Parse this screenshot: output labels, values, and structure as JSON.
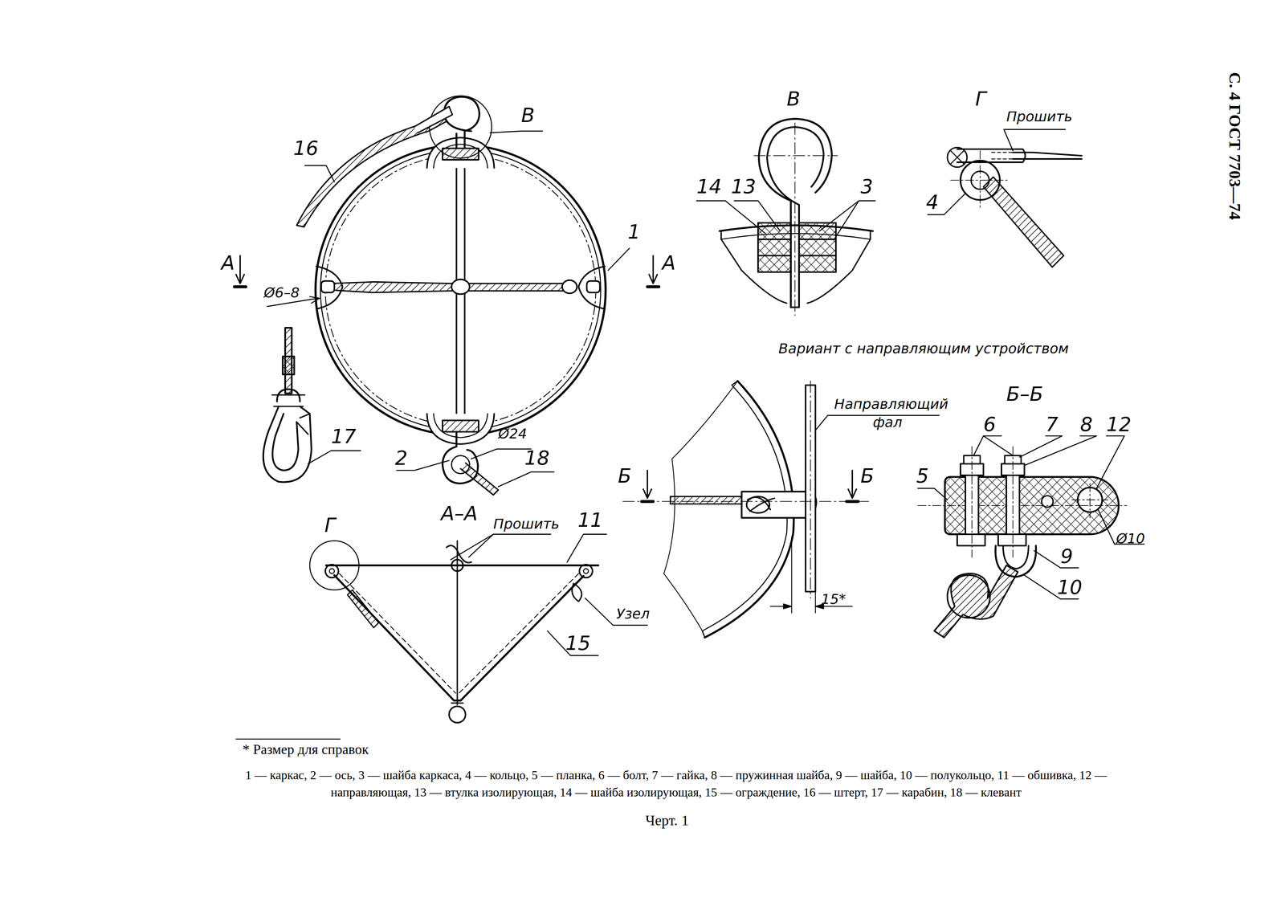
{
  "diagram": {
    "caption": "Черт. 1",
    "labels": [
      "С. 4 ГОСТ 7703—74",
      "16",
      "В",
      "1",
      "А",
      "А",
      "Ø6–8",
      "17",
      "2",
      "Ø24",
      "18",
      "Г",
      "А–А",
      "Прошить",
      "11",
      "Узел",
      "15",
      "В",
      "14",
      "13",
      "3",
      "Г",
      "Прошить",
      "4",
      "Вариант с направляющим устройством",
      "Направляющий фал",
      "Б–Б",
      "Б",
      "Б",
      "15*",
      "6",
      "7",
      "8",
      "12",
      "5",
      "Ø10",
      "9",
      "10",
      "* Размер для справок",
      "1 — каркас, 2 — ось, 3 — шайба каркаса, 4 — кольцо, 5 — планка, 6 — болт, 7 — гайка, 8 — пружинная шайба, 9 — шайба, 10 — полукольцо, 11 — обшивка, 12 — направляющая, 13 — втулка изолирующая, 14 — шайба изолирующая, 15 — ограждение, 16 — штерт, 17 — карабин, 18 — клевант"
    ]
  }
}
